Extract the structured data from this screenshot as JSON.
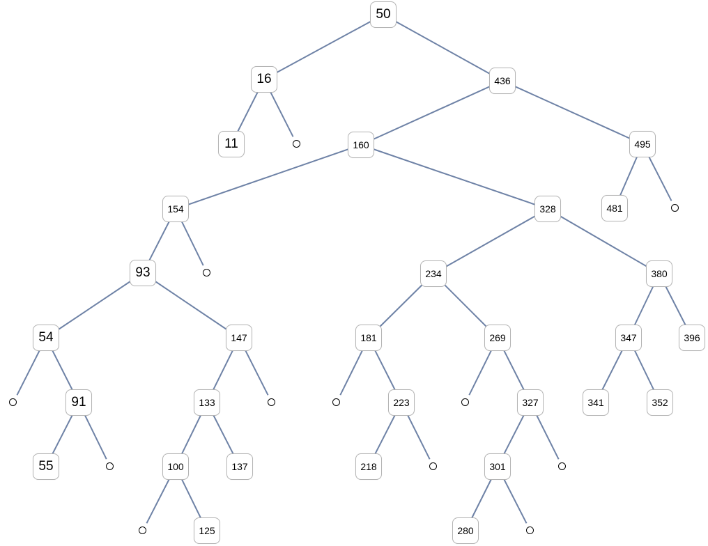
{
  "tree": {
    "edge_color": "#6e82a6",
    "nodes": [
      {
        "id": "n50",
        "label": "50",
        "parent": null
      },
      {
        "id": "n16",
        "label": "16",
        "parent": "n50"
      },
      {
        "id": "n436",
        "label": "436",
        "parent": "n50"
      },
      {
        "id": "n11",
        "label": "11",
        "parent": "n16"
      },
      {
        "id": "e16r",
        "label": null,
        "parent": "n16"
      },
      {
        "id": "n160",
        "label": "160",
        "parent": "n436"
      },
      {
        "id": "n495",
        "label": "495",
        "parent": "n436"
      },
      {
        "id": "n154",
        "label": "154",
        "parent": "n160"
      },
      {
        "id": "n328",
        "label": "328",
        "parent": "n160"
      },
      {
        "id": "n481",
        "label": "481",
        "parent": "n495"
      },
      {
        "id": "e495r",
        "label": null,
        "parent": "n495"
      },
      {
        "id": "n93",
        "label": "93",
        "parent": "n154"
      },
      {
        "id": "e154r",
        "label": null,
        "parent": "n154"
      },
      {
        "id": "n234",
        "label": "234",
        "parent": "n328"
      },
      {
        "id": "n380",
        "label": "380",
        "parent": "n328"
      },
      {
        "id": "n54",
        "label": "54",
        "parent": "n93"
      },
      {
        "id": "n147",
        "label": "147",
        "parent": "n93"
      },
      {
        "id": "n181",
        "label": "181",
        "parent": "n234"
      },
      {
        "id": "n269",
        "label": "269",
        "parent": "n234"
      },
      {
        "id": "n347",
        "label": "347",
        "parent": "n380"
      },
      {
        "id": "n396",
        "label": "396",
        "parent": "n380"
      },
      {
        "id": "e54l",
        "label": null,
        "parent": "n54"
      },
      {
        "id": "n91",
        "label": "91",
        "parent": "n54"
      },
      {
        "id": "n133",
        "label": "133",
        "parent": "n147"
      },
      {
        "id": "e147r",
        "label": null,
        "parent": "n147"
      },
      {
        "id": "e181l",
        "label": null,
        "parent": "n181"
      },
      {
        "id": "n223",
        "label": "223",
        "parent": "n181"
      },
      {
        "id": "e269l",
        "label": null,
        "parent": "n269"
      },
      {
        "id": "n327",
        "label": "327",
        "parent": "n269"
      },
      {
        "id": "n341",
        "label": "341",
        "parent": "n347"
      },
      {
        "id": "n352",
        "label": "352",
        "parent": "n347"
      },
      {
        "id": "n55",
        "label": "55",
        "parent": "n91"
      },
      {
        "id": "e91r",
        "label": null,
        "parent": "n91"
      },
      {
        "id": "n100",
        "label": "100",
        "parent": "n133"
      },
      {
        "id": "n137",
        "label": "137",
        "parent": "n133"
      },
      {
        "id": "n218",
        "label": "218",
        "parent": "n223"
      },
      {
        "id": "e223r",
        "label": null,
        "parent": "n223"
      },
      {
        "id": "n301",
        "label": "301",
        "parent": "n327"
      },
      {
        "id": "e327r",
        "label": null,
        "parent": "n327"
      },
      {
        "id": "e100l",
        "label": null,
        "parent": "n100"
      },
      {
        "id": "n125",
        "label": "125",
        "parent": "n100"
      },
      {
        "id": "n280",
        "label": "280",
        "parent": "n301"
      },
      {
        "id": "e301r",
        "label": null,
        "parent": "n301"
      }
    ]
  }
}
